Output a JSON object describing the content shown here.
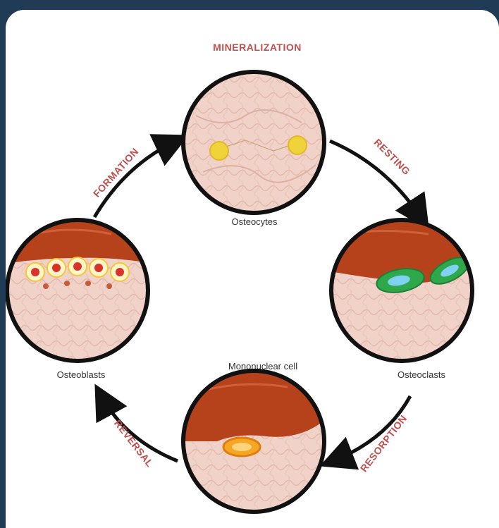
{
  "diagram": {
    "stages": {
      "top": "MINERALIZATION",
      "right": "RESTING",
      "bottom_right": "RESORPTION",
      "bottom_left": "REVERSAL",
      "left": "FORMATION"
    },
    "cells": {
      "top": "Osteocytes",
      "right": "Osteoclasts",
      "bottom": "Mononuclear cell",
      "left": "Osteoblasts"
    },
    "colors": {
      "tissue": "#f0d2c8",
      "marrow": "#b5421b",
      "osteocyte": "#f0d23a",
      "osteoclast": "#2ea84a",
      "arrow": "#111111",
      "label": "#c0504d"
    }
  }
}
